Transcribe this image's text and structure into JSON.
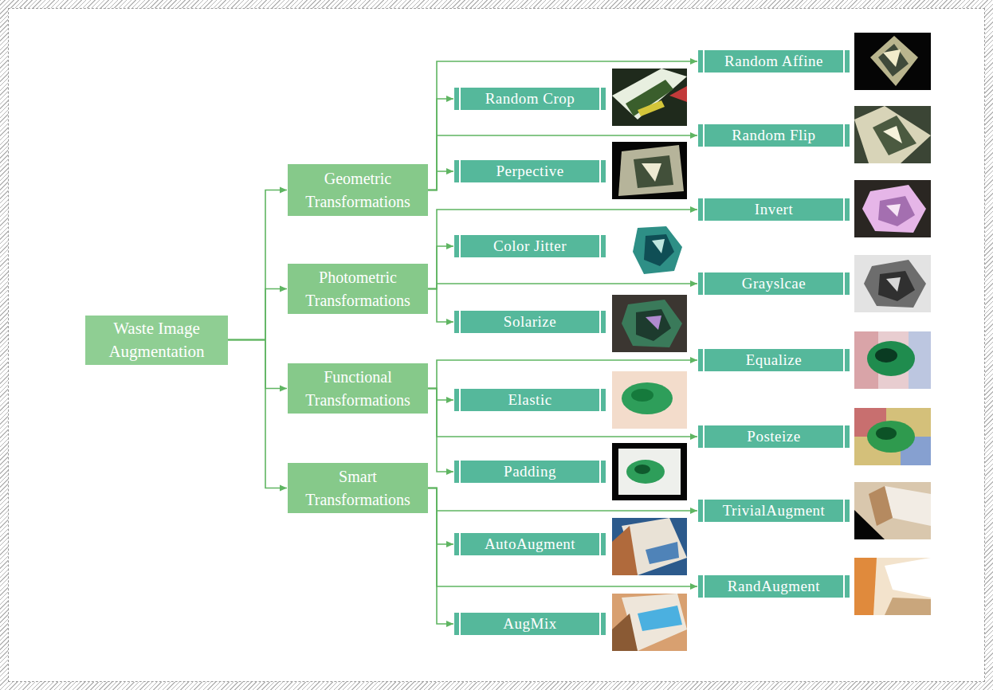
{
  "diagram": {
    "nodes": [
      {
        "text": [
          "Waste Image Augmentation"
        ]
      },
      {
        "text": [
          "Geometric Transformations"
        ]
      },
      {
        "text": [
          "Photometric Transformations"
        ]
      },
      {
        "text": [
          "Functional Transformations"
        ]
      },
      {
        "text": [
          "Smart Transformations"
        ]
      },
      {
        "text": [
          "Random Affine"
        ]
      },
      {
        "text": [
          "Random Crop"
        ]
      },
      {
        "text": [
          "Random Flip"
        ]
      },
      {
        "text": [
          "Perpective"
        ]
      },
      {
        "text": [
          "Invert"
        ]
      },
      {
        "text": [
          "Color Jitter"
        ]
      },
      {
        "text": [
          "Grayslcae"
        ]
      },
      {
        "text": [
          "Solarize"
        ]
      },
      {
        "text": [
          "Equalize"
        ]
      },
      {
        "text": [
          "Elastic"
        ]
      },
      {
        "text": [
          "Posteize"
        ]
      },
      {
        "text": [
          "Padding"
        ]
      },
      {
        "text": [
          "TrivialAugment"
        ]
      },
      {
        "text": [
          "AutoAugment"
        ]
      },
      {
        "text": [
          "RandAugment"
        ]
      },
      {
        "text": [
          "AugMix"
        ]
      }
    ],
    "edges": [
      {
        "from": 0,
        "to": 1,
        "arrow": "to"
      },
      {
        "from": 0,
        "to": 2,
        "arrow": "to"
      },
      {
        "from": 0,
        "to": 3,
        "arrow": "to"
      },
      {
        "from": 0,
        "to": 4,
        "arrow": "to"
      },
      {
        "from": 1,
        "to": 5,
        "arrow": "to"
      },
      {
        "from": 1,
        "to": 6,
        "arrow": "to"
      },
      {
        "from": 1,
        "to": 7,
        "arrow": "to"
      },
      {
        "from": 1,
        "to": 8,
        "arrow": "to"
      },
      {
        "from": 2,
        "to": 9,
        "arrow": "to"
      },
      {
        "from": 2,
        "to": 10,
        "arrow": "to"
      },
      {
        "from": 2,
        "to": 11,
        "arrow": "to"
      },
      {
        "from": 2,
        "to": 12,
        "arrow": "to"
      },
      {
        "from": 3,
        "to": 13,
        "arrow": "to"
      },
      {
        "from": 3,
        "to": 14,
        "arrow": "to"
      },
      {
        "from": 3,
        "to": 15,
        "arrow": "to"
      },
      {
        "from": 3,
        "to": 16,
        "arrow": "to"
      },
      {
        "from": 4,
        "to": 17,
        "arrow": "to"
      },
      {
        "from": 4,
        "to": 18,
        "arrow": "to"
      },
      {
        "from": 4,
        "to": 19,
        "arrow": "to"
      },
      {
        "from": 4,
        "to": 20,
        "arrow": "to"
      }
    ]
  }
}
